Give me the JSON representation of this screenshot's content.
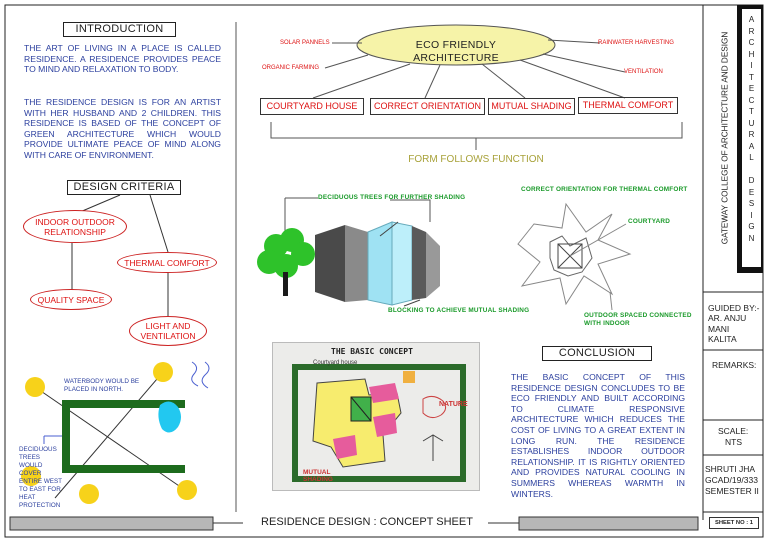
{
  "intro": {
    "title": "INTRODUCTION",
    "para1": "THE ART OF LIVING IN A PLACE IS CALLED RESIDENCE. A RESIDENCE PROVIDES PEACE TO MIND AND RELAXATION TO BODY.",
    "para2": "THE RESIDENCE DESIGN IS FOR AN ARTIST WITH HER HUSBAND AND 2 CHILDREN. THIS RESIDENCE IS BASED OF THE CONCEPT OF GREEN ARCHITECTURE WHICH WOULD PROVIDE ULTIMATE PEACE OF MIND ALONG WITH CARE OF ENVIRONMENT."
  },
  "criteria": {
    "title": "DESIGN CRITERIA",
    "items": [
      "INDOOR OUTDOOR RELATIONSHIP",
      "THERMAL COMFORT",
      "QUALITY SPACE",
      "LIGHT AND VENTILATION"
    ]
  },
  "site": {
    "water_label": "WATERBODY WOULD BE PLACED IN NORTH.",
    "trees_label": "DECIDUOUS TREES WOULD COVER ENTIRE WEST TO EAST FOR HEAT PROTECTION",
    "colors": {
      "sun": "#f7d21a",
      "water": "#22c8f0",
      "wall": "#1d6b1d"
    }
  },
  "eco": {
    "title": "ECO FRIENDLY ARCHITECTURE",
    "left_labels": [
      "SOLAR PANNELS",
      "ORGANIC FARMING"
    ],
    "right_labels": [
      "RAINWATER HARVESTING",
      "VENTILATION"
    ],
    "boxes": [
      "COURTYARD HOUSE",
      "CORRECT ORIENTATION",
      "MUTUAL SHADING",
      "THERMAL COMFORT"
    ],
    "summary": "FORM FOLLOWS FUNCTION",
    "ellipse_color": "#f6f3a8"
  },
  "shading": {
    "tree_label": "DECIDUOUS TREES FOR FURTHER SHADING",
    "block_label": "BLOCKING TO ACHIEVE MUTUAL SHADING",
    "tree_color": "#2ec22a",
    "glass_color": "#9fe2f3"
  },
  "orientation": {
    "title": "CORRECT ORIENTATION FOR THERMAL COMFORT",
    "courtyard": "COURTYARD",
    "outdoor": "OUTDOOR SPACED CONNECTED WITH INDOOR"
  },
  "sketch": {
    "title": "THE BASIC CONCEPT",
    "sub": "Courtyard house",
    "nature": "NATURE",
    "mutual": "MUTUAL SHADING"
  },
  "conclusion": {
    "title": "CONCLUSION",
    "text": "THE BASIC CONCEPT OF THIS RESIDENCE DESIGN CONCLUDES TO BE ECO FRIENDLY AND BUILT ACCORDING TO CLIMATE RESPONSIVE ARCHITECTURE WHICH REDUCES THE COST OF LIVING TO A GREAT EXTENT IN LONG RUN. THE RESIDENCE ESTABLISHES INDOOR OUTDOOR RELATIONSHIP. IT IS RIGHTLY ORIENTED AND PROVIDES NATURAL COOLING IN SUMMERS WHEREAS WARMTH IN WINTERS."
  },
  "footer": {
    "title": "RESIDENCE DESIGN : CONCEPT SHEET",
    "sheet": "SHEET NO : 1"
  },
  "title_block": {
    "college": "GATEWAY COLLEGE OF ARCHITECTURE AND DESIGN",
    "subject": "ARCHITECTURAL DESIGN",
    "guided_label": "GUIDED BY:-",
    "guide_name": "AR. ANJU MANI KALITA",
    "remarks": "REMARKS:",
    "scale_label": "SCALE:",
    "scale_value": "NTS",
    "student": "SHRUTI JHA",
    "roll": "GCAD/19/333",
    "semester": "SEMESTER II"
  }
}
